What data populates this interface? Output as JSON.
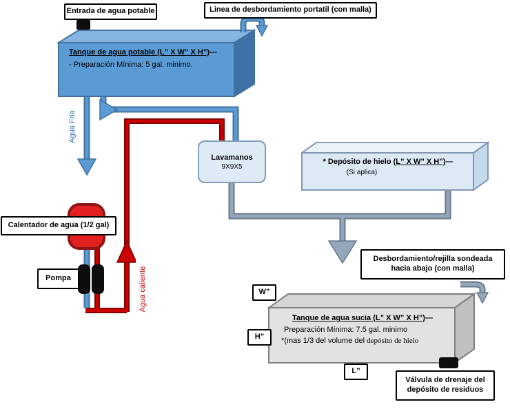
{
  "colors": {
    "blue_pipe": "#5B9BD5",
    "blue_pipe_dark": "#41719C",
    "red_pipe": "#CC0000",
    "red_pipe_dark": "#7A0000",
    "gray_pipe": "#95A7BA",
    "gray_pipe_dark": "#64788A",
    "tank_blue_front": "#5B9BD5",
    "tank_blue_top": "#86B5E1",
    "tank_blue_side": "#3E71A8",
    "tank_blue_stroke": "#41719C",
    "ice_front": "#DCE9F5",
    "ice_top": "#EAF2FA",
    "ice_side": "#C5D9EC",
    "ice_stroke": "#8497B0",
    "gray_front": "#E2E2E2",
    "gray_top": "#D5D5D5",
    "gray_side": "#C0C0C0",
    "gray_stroke": "#7F7F7F",
    "heater_fill": "#E32020",
    "heater_border": "#8E1616",
    "cold_text": "#2E74B5",
    "hot_text": "#C00000"
  },
  "labels": {
    "entrada": "Entrada de agua potable",
    "linea": "Linea de desbordamiento portatil (con malla)",
    "calentador": "Calentador de agua (1/2 gal)",
    "pompa": "Pompa",
    "agua_fria": "Agua Fria",
    "agua_caliente": "Agua caliente",
    "w": "W”",
    "h": "H”",
    "l": "L”",
    "desbordamiento_line1": "Desbordamiento/rejilla sondeada",
    "desbordamiento_line2": "hacia abajo (con malla)",
    "valvula_line1": "Válvula de drenaje del",
    "valvula_line2": "depósito de residuos"
  },
  "potable_tank": {
    "title": "Tanque de agua potable (L” X W” X H”)",
    "dash": "—",
    "line2": "- Preparación Mínima: 5 gal. minimo."
  },
  "lavamanos": {
    "title": "Lavamanos",
    "size": "9X9X5"
  },
  "ice_box": {
    "line1": "* Depósito de hielo ",
    "dims": "(L” X W” X H”)",
    "dash": "—",
    "line2": "(Si aplica)"
  },
  "dirty_tank": {
    "title": "Tanque de agua sucia (L” X W” X H”)",
    "dash": "—",
    "line2": "Preparación Mínima:  7.5 gal. minimo",
    "line3_a": "*(mas 1/3 del volume del ",
    "line3_b": "depósito de hielo"
  }
}
